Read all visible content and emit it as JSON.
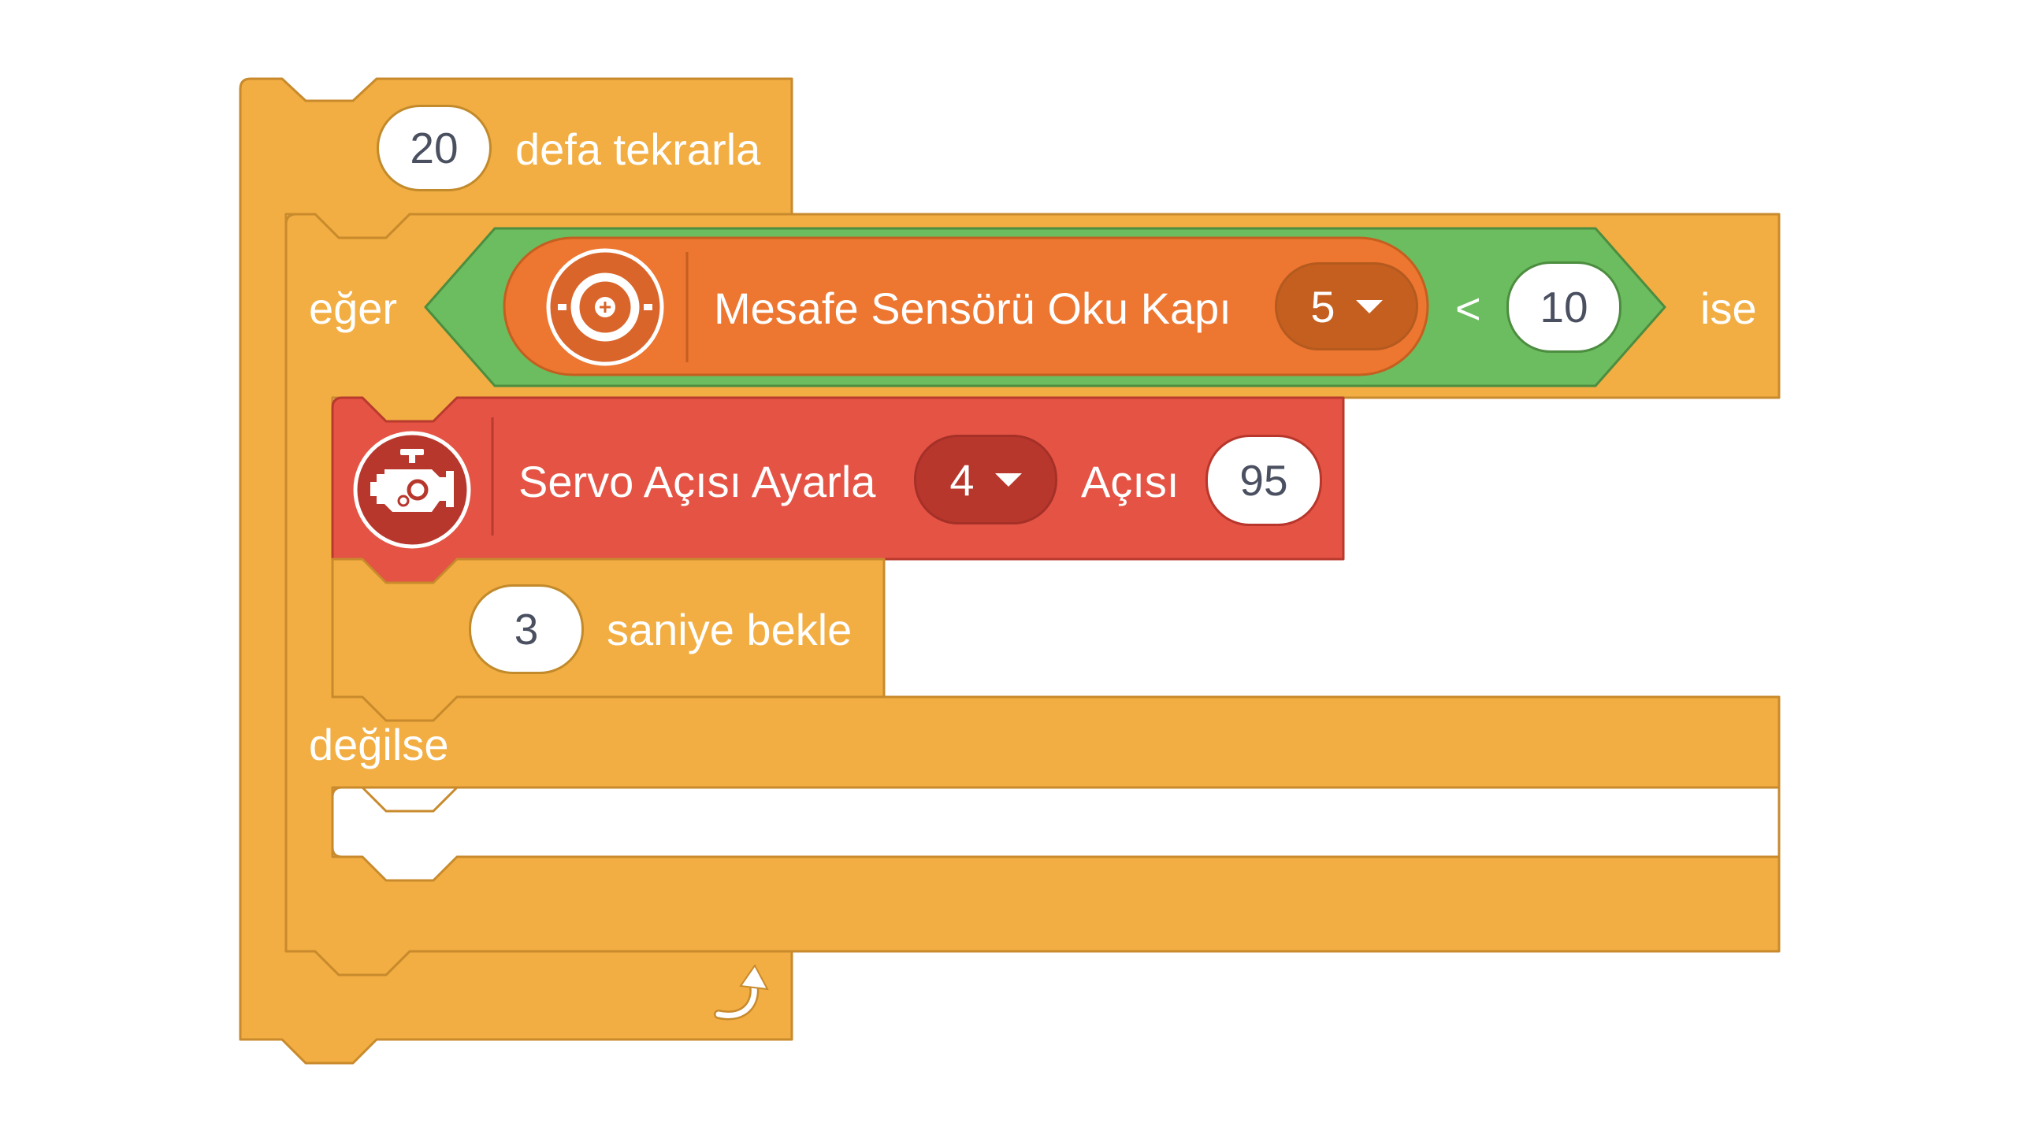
{
  "colors": {
    "control": "#f2ae42",
    "control_dark": "#c88a2c",
    "operator": "#6cbd5f",
    "sensor": "#ed7630",
    "motor": "#e55344",
    "field_text": "#4a5060"
  },
  "repeat_block": {
    "count": "20",
    "label": "defa tekrarla",
    "loop_icon": "loop-arrow-icon"
  },
  "if_block": {
    "if_label": "eğer",
    "then_label": "ise",
    "else_label": "değilse"
  },
  "condition": {
    "operator": "<",
    "right_value": "10",
    "sensor": {
      "icon": "distance-sensor-icon",
      "label": "Mesafe Sensörü Oku Kapı",
      "port": "5"
    }
  },
  "servo_block": {
    "icon": "motor-engine-icon",
    "label": "Servo Açısı Ayarla",
    "port": "4",
    "angle_label": "Açısı",
    "angle_value": "95"
  },
  "wait_block": {
    "seconds": "3",
    "label": "saniye bekle"
  }
}
